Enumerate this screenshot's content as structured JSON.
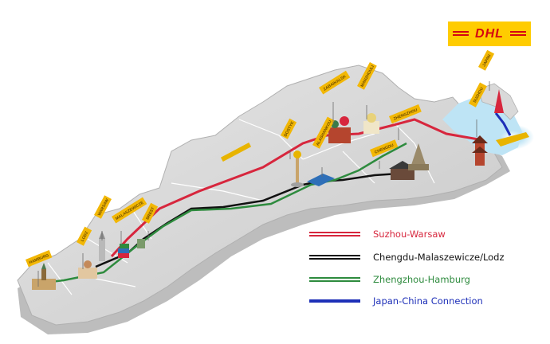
{
  "logo": {
    "text": "DHL",
    "bg": "#FFCC00",
    "fg": "#D40511"
  },
  "cities": [
    {
      "id": "hamburg",
      "label": "HAMBURG"
    },
    {
      "id": "lodz",
      "label": "LODZ"
    },
    {
      "id": "warsaw",
      "label": "WARSAW"
    },
    {
      "id": "malaszewicze",
      "label": "MALASZEWICZE"
    },
    {
      "id": "brest",
      "label": "BREST"
    },
    {
      "id": "dostyk",
      "label": "DOSTYK"
    },
    {
      "id": "alashankou",
      "label": "ALASHANKOU"
    },
    {
      "id": "zabaikalsk",
      "label": "ZABAIKALSK"
    },
    {
      "id": "manzhouli",
      "label": "MANZHOULI"
    },
    {
      "id": "zhengzhou",
      "label": "ZHENGZHOU"
    },
    {
      "id": "chengdu",
      "label": "CHENGDU"
    },
    {
      "id": "suzhou",
      "label": "SUZHOU"
    },
    {
      "id": "japan",
      "label": "JAPAN"
    }
  ],
  "legend": [
    {
      "label": "Suzhou-Warsaw",
      "color": "#D7263D",
      "text_color": "#D7263D",
      "style": "double"
    },
    {
      "label": "Chengdu-Malaszewicze/Lodz",
      "color": "#111111",
      "text_color": "#111111",
      "style": "double"
    },
    {
      "label": "Zhengzhou-Hamburg",
      "color": "#2E8B3E",
      "text_color": "#2E8B3E",
      "style": "double"
    },
    {
      "label": "Japan-China Connection",
      "color": "#1D2FB8",
      "text_color": "#1D2FB8",
      "style": "solid"
    }
  ],
  "colors": {
    "land": "#D9D9D9",
    "land_edge": "#BDBDBD",
    "water": "#BEE4F5",
    "flag": "#F2B705"
  }
}
